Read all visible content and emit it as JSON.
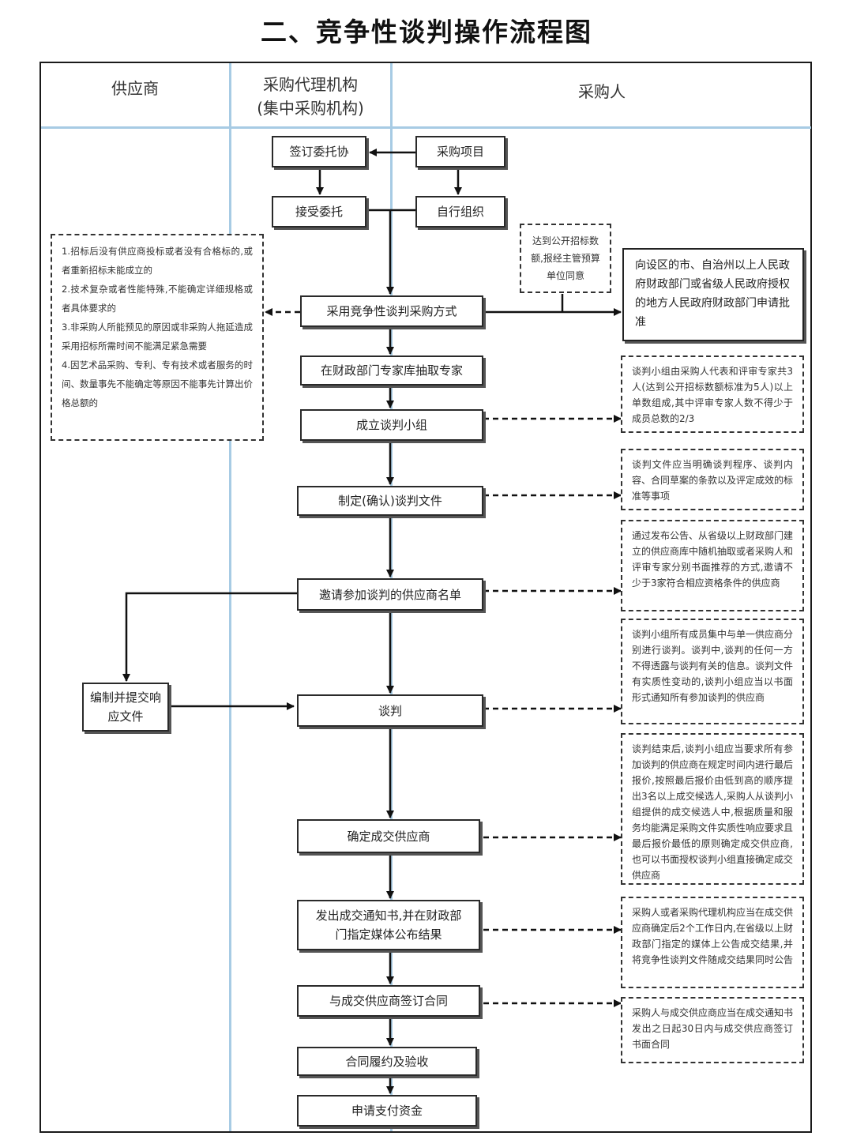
{
  "title": "二、竞争性谈判操作流程图",
  "lanes": {
    "supplier": "供应商",
    "agency_line1": "采购代理机构",
    "agency_line2": "(集中采购机构)",
    "purchaser": "采购人"
  },
  "boxes": {
    "sign_entrust": "签订委托协",
    "procurement_project": "采购项目",
    "accept_entrust": "接受委托",
    "self_organize": "自行组织",
    "adopt_method": "采用竞争性谈判采购方式",
    "draw_experts": "在财政部门专家库抽取专家",
    "form_group": "成立谈判小组",
    "prepare_docs": "制定(确认)谈判文件",
    "invite_suppliers": "邀请参加谈判的供应商名单",
    "compile_submit": "编制并提交响应文件",
    "negotiation": "谈判",
    "determine_supplier": "确定成交供应商",
    "issue_notice": "发出成交通知书,并在财政部门指定媒体公布结果",
    "sign_contract": "与成交供应商签订合同",
    "perform_accept": "合同履约及验收",
    "apply_payment": "申请支付资金"
  },
  "notes": {
    "conditions": "1.招标后没有供应商投标或者没有合格标的,或者重新招标未能成立的\n2.技术复杂或者性能特殊,不能确定详细规格或者具体要求的\n3.非采购人所能预见的原因或非采购人拖延造成采用招标所需时间不能满足紧急需要\n4.因艺术品采购、专利、专有技术或者服务的时间、数量事先不能确定等原因不能事先计算出价格总额的",
    "threshold": "达到公开招标数额,报经主管预算单位同意",
    "approval": "向设区的市、自治州以上人民政府财政部门或省级人民政府授权的地方人民政府财政部门申请批准",
    "group_composition": "谈判小组由采购人代表和评审专家共3人(达到公开招标数额标准为5人)以上单数组成,其中评审专家人数不得少于成员总数的2/3",
    "docs_content": "谈判文件应当明确谈判程序、谈判内容、合同草案的条款以及评定成效的标准等事项",
    "invite_method": "通过发布公告、从省级以上财政部门建立的供应商库中随机抽取或者采购人和评审专家分别书面推荐的方式,邀请不少于3家符合相应资格条件的供应商",
    "negotiation_rules": "谈判小组所有成员集中与单一供应商分别进行谈判。谈判中,谈判的任何一方不得透露与谈判有关的信息。谈判文件有实质性变动的,谈判小组应当以书面形式通知所有参加谈判的供应商",
    "final_quote": "谈判结束后,谈判小组应当要求所有参加谈判的供应商在规定时间内进行最后报价,按照最后报价由低到高的顺序提出3名以上成交候选人,采购人从谈判小组提供的成交候选人中,根据质量和服务均能满足采购文件实质性响应要求且最后报价最低的原则确定成交供应商,也可以书面授权谈判小组直接确定成交供应商",
    "announce": "采购人或者采购代理机构应当在成交供应商确定后2个工作日内,在省级以上财政部门指定的媒体上公告成交结果,并将竞争性谈判文件随成交结果同时公告",
    "contract_deadline": "采购人与成交供应商应当在成交通知书发出之日起30日内与成交供应商签订书面合同"
  }
}
